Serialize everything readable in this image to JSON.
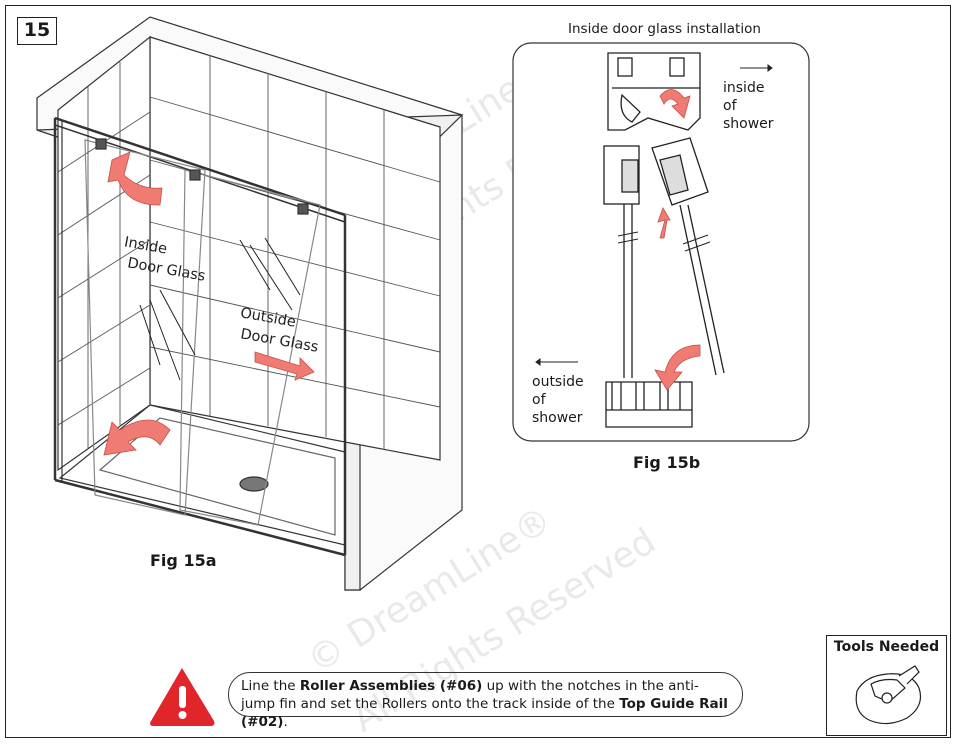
{
  "step_number": "15",
  "fig15a": {
    "caption": "Fig 15a",
    "inside_label_line1": "Inside",
    "inside_label_line2": "Door Glass",
    "outside_label_line1": "Outside",
    "outside_label_line2": "Door Glass"
  },
  "fig15b": {
    "title": "Inside door glass installation",
    "caption": "Fig 15b",
    "inside_line1": "inside",
    "inside_line2": "of",
    "inside_line3": "shower",
    "outside_line1": "outside",
    "outside_line2": "of",
    "outside_line3": "shower"
  },
  "instruction": {
    "part1": "Line the ",
    "bold1": "Roller Assemblies (#06)",
    "part2": " up with the notches in the anti-jump fin and set the Rollers onto the track inside of the ",
    "bold2": "Top Guide Rail (#02)",
    "part3": "."
  },
  "tools": {
    "title": "Tools Needed"
  },
  "watermark": {
    "line1": "© DreamLine®",
    "line2": "All Rights Reserved"
  },
  "colors": {
    "arrow": "#ef7b73",
    "warning": "#e0262b"
  }
}
